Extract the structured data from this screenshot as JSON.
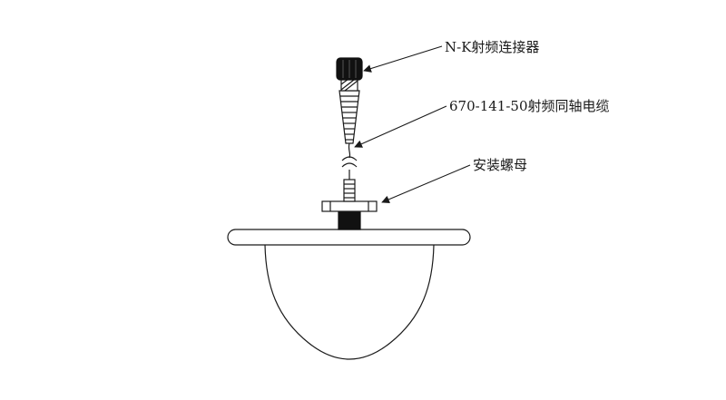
{
  "page": {
    "background": "#ffffff",
    "line_color": "#1a1a1a"
  },
  "diagram": {
    "labels": {
      "connector": "N-K射频连接器",
      "cable": "670-141-50射频同轴电缆",
      "nut": "安装螺母"
    }
  }
}
